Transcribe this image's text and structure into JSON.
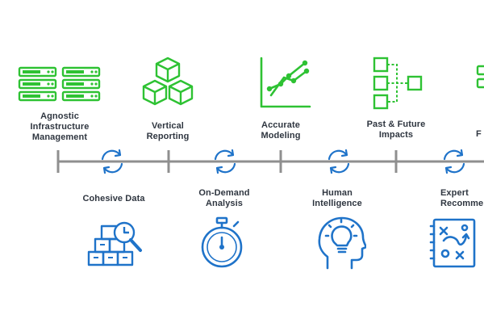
{
  "colors": {
    "green": "#2ec233",
    "blue": "#1f73c9",
    "gray": "#8f8f8f",
    "text": "#2f3640"
  },
  "top_steps": [
    {
      "label": "Agnostic\nInfrastructure\nManagement",
      "icon": "server-rack-icon"
    },
    {
      "label": "Vertical\nReporting",
      "icon": "stacked-cubes-icon"
    },
    {
      "label": "Accurate\nModeling",
      "icon": "line-chart-icon"
    },
    {
      "label": "Past & Future\nImpacts",
      "icon": "flow-blocks-icon"
    }
  ],
  "bottom_steps": [
    {
      "label": "Cohesive Data",
      "icon": "data-boxes-magnifier-icon"
    },
    {
      "label": "On-Demand\nAnalysis",
      "icon": "stopwatch-icon"
    },
    {
      "label": "Human\nIntelligence",
      "icon": "head-lightbulb-icon"
    },
    {
      "label": "Expert\nRecommendation",
      "icon": "strategy-board-icon"
    }
  ]
}
